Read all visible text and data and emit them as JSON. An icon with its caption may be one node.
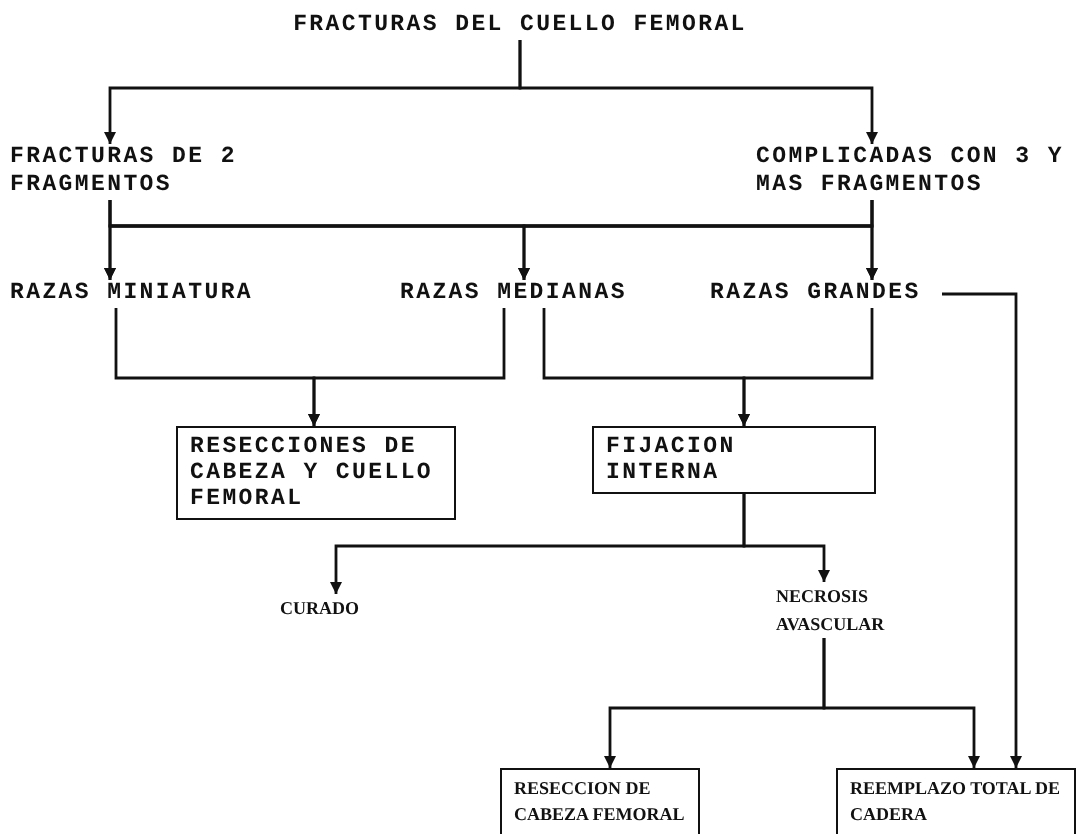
{
  "diagram": {
    "nodes": [
      {
        "text": [
          "FRACTURAS DEL CUELLO FEMORAL"
        ]
      },
      {
        "text": [
          "FRACTURAS DE 2 FRAGMENTOS"
        ]
      },
      {
        "text": [
          "COMPLICADAS CON 3 Y MAS FRAGMENTOS"
        ]
      },
      {
        "text": [
          "RAZAS MINIATURA"
        ]
      },
      {
        "text": [
          "RAZAS MEDIANAS"
        ]
      },
      {
        "text": [
          "RAZAS GRANDES"
        ]
      },
      {
        "text": [
          "RESECCIONES DE CABEZA Y CUELLO FEMORAL"
        ]
      },
      {
        "text": [
          "FIJACION INTERNA"
        ]
      },
      {
        "text": [
          "CURADO"
        ]
      },
      {
        "text": [
          "NECROSIS AVASCULAR"
        ]
      },
      {
        "text": [
          "RESECCION DE CABEZA FEMORAL"
        ]
      },
      {
        "text": [
          "REEMPLAZO TOTAL DE CADERA"
        ]
      }
    ],
    "edges": [
      {
        "from": 0,
        "to": 1,
        "arrow": "to"
      },
      {
        "from": 0,
        "to": 2,
        "arrow": "to"
      },
      {
        "from": 1,
        "to": 3,
        "arrow": "to"
      },
      {
        "from": 1,
        "to": 4,
        "arrow": "to"
      },
      {
        "from": 1,
        "to": 5,
        "arrow": "to"
      },
      {
        "from": 2,
        "to": 3,
        "arrow": "to"
      },
      {
        "from": 2,
        "to": 4,
        "arrow": "to"
      },
      {
        "from": 2,
        "to": 5,
        "arrow": "to"
      },
      {
        "from": 3,
        "to": 6,
        "arrow": "to"
      },
      {
        "from": 4,
        "to": 6,
        "arrow": "to"
      },
      {
        "from": 4,
        "to": 7,
        "arrow": "to"
      },
      {
        "from": 5,
        "to": 7,
        "arrow": "to"
      },
      {
        "from": 7,
        "to": 8,
        "arrow": "to"
      },
      {
        "from": 7,
        "to": 9,
        "arrow": "to"
      },
      {
        "from": 9,
        "to": 10,
        "arrow": "to"
      },
      {
        "from": 9,
        "to": 11,
        "arrow": "to"
      },
      {
        "from": 5,
        "to": 11,
        "arrow": "to"
      }
    ]
  }
}
